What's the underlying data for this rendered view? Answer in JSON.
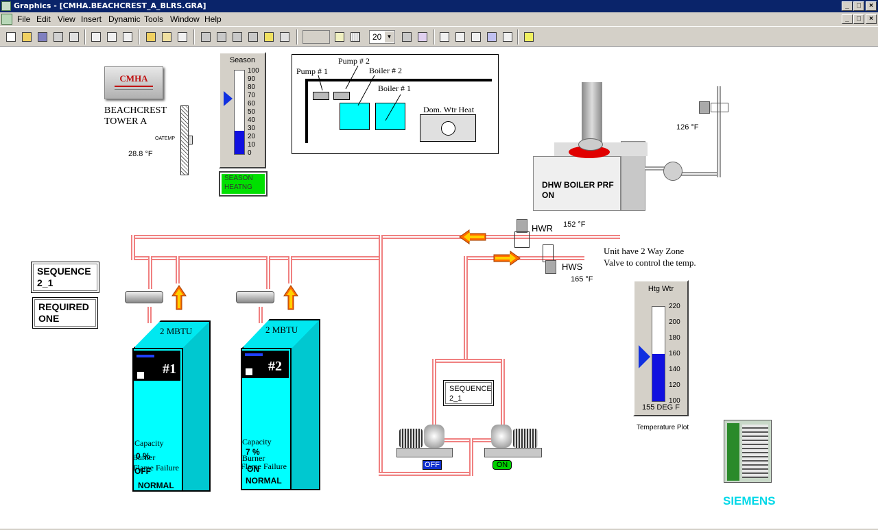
{
  "window": {
    "title": "Graphics - [CMHA.BEACHCREST_A_BLRS.GRA]"
  },
  "menu": {
    "items": [
      "File",
      "Edit",
      "View",
      "Insert",
      "Dynamic",
      "Tools",
      "Window",
      "Help"
    ]
  },
  "toolbar": {
    "zoom_value": "20"
  },
  "site": {
    "logo_text": "CMHA",
    "name_line1": "BEACHCREST",
    "name_line2": "TOWER A"
  },
  "oatemp": {
    "label": "OATEMP",
    "value": "28.8 °F"
  },
  "season_gauge": {
    "title": "Season",
    "scale": [
      "100",
      "90",
      "80",
      "70",
      "60",
      "50",
      "40",
      "30",
      "20",
      "10",
      "0"
    ],
    "level": 0.28,
    "status_line1": "SEASON",
    "status_line2": "HEATNG",
    "status_color": "#00e000"
  },
  "legend_panel": {
    "pump1": "Pump # 1",
    "pump2": "Pump # 2",
    "boiler2": "Boiler # 2",
    "boiler1": "Boiler # 1",
    "dhw": "Dom. Wtr Heat"
  },
  "dhw": {
    "temp": "126 °F",
    "label": "DHW BOILER PRF",
    "status": "ON"
  },
  "loop": {
    "hwr_label": "HWR",
    "hwr_temp": "152 °F",
    "hws_label": "HWS",
    "hws_temp": "165 °F",
    "note_line1": "Unit have 2 Way Zone",
    "note_line2": "Valve to control the temp."
  },
  "sequence_box": {
    "line1": "SEQUENCE",
    "line2": "2_1"
  },
  "required_box": {
    "line1": "REQUIRED",
    "line2": "ONE"
  },
  "boilers": [
    {
      "rating": "2 MBTU",
      "number": "#1",
      "burner_label": "Burner",
      "burner": "OFF",
      "capacity_label": "Capacity",
      "capacity": "0 %",
      "flame_label": "Flame Failure",
      "flame": "NORMAL"
    },
    {
      "rating": "2 MBTU",
      "number": "#2",
      "burner_label": "Burner",
      "burner": "ON",
      "capacity_label": "Capacity",
      "capacity": "7 %",
      "flame_label": "Flame Failure",
      "flame": "NORMAL"
    }
  ],
  "pumps": {
    "sequence_line1": "SEQUENCE",
    "sequence_line2": "2_1",
    "pump1_status": "OFF",
    "pump1_color": "#1030d0",
    "pump2_status": "ON",
    "pump2_color": "#00d000"
  },
  "htg_gauge": {
    "title": "Htg Wtr",
    "scale": [
      "220",
      "200",
      "180",
      "160",
      "140",
      "120",
      "100"
    ],
    "level": 0.5,
    "value": "155 DEG F",
    "caption": "Temperature Plot"
  },
  "brand": {
    "siemens": "SIEMENS",
    "color": "#00d8e8"
  }
}
